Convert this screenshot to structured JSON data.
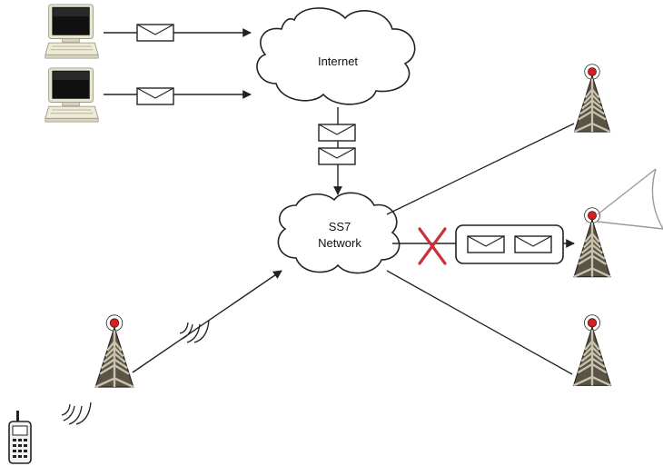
{
  "nodes": {
    "internet": {
      "label": "Internet"
    },
    "ss7": {
      "line1": "SS7",
      "line2": "Network"
    }
  },
  "colors": {
    "tower_body": "#5a5448",
    "tower_light": "#d62020",
    "blocked_x": "#c8323a",
    "line": "#222222",
    "queue_border": "#222222"
  },
  "icons": [
    "computer-icon",
    "envelope-icon",
    "cloud-icon",
    "cell-tower-icon",
    "blocked-x-icon",
    "radio-wave-icon",
    "mobile-phone-icon",
    "antenna-dish-icon"
  ]
}
